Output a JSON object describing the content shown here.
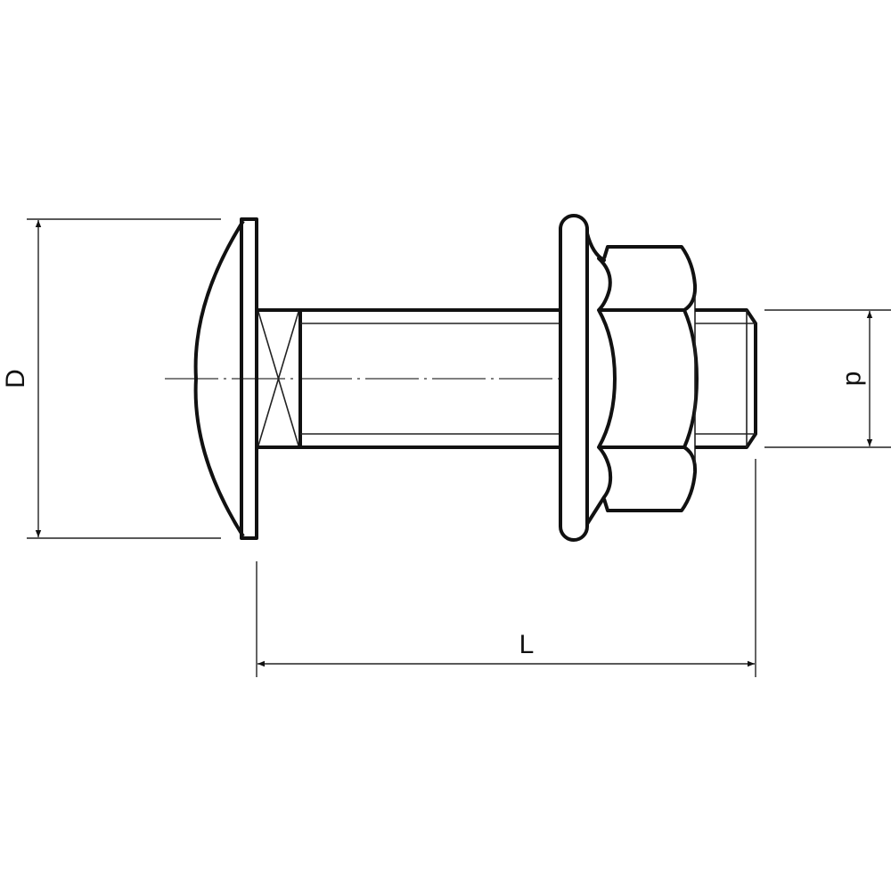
{
  "drawing": {
    "labels": {
      "head_diameter": "D",
      "length": "L",
      "thread_diameter": "d"
    },
    "line_color": "#111111",
    "background": "#ffffff"
  }
}
